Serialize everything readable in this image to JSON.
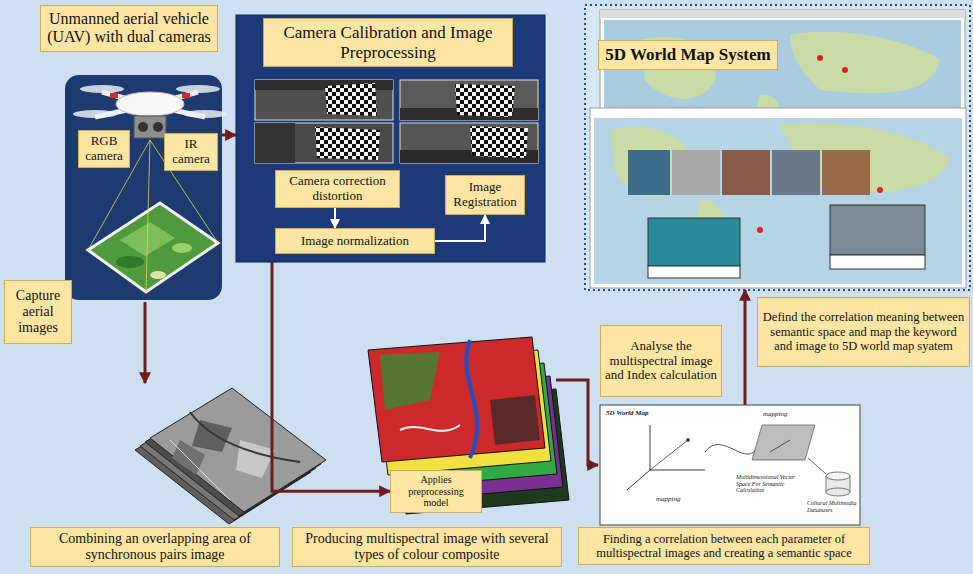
{
  "diagram": {
    "nodes": [
      {
        "text": [
          "Unmanned aerial vehicle (UAV) with dual cameras"
        ]
      },
      {
        "text": [
          "RGB camera"
        ],
        "in": 0
      },
      {
        "text": [
          "IR camera"
        ],
        "in": 0
      },
      {
        "text": [
          "Capture aerial images"
        ]
      },
      {
        "text": [
          "Camera Calibration and Image Preprocessing"
        ]
      },
      {
        "text": [
          "Camera correction distortion"
        ],
        "in": 4
      },
      {
        "text": [
          "Image normalization"
        ],
        "in": 4
      },
      {
        "text": [
          "Image Registration"
        ],
        "in": 4
      },
      {
        "text": [
          "5D World Map System"
        ]
      },
      {
        "text": [
          "Defind the correlation meaning between semantic space and map the keyword and image to 5D world map syatem"
        ]
      },
      {
        "text": [
          "Analyse the multispectral image and Index calculation"
        ]
      },
      {
        "text": [
          "5D World Map"
        ]
      },
      {
        "text": [
          "Applies preprocessing model"
        ]
      },
      {
        "text": [
          "Combining an overlapping area of synchronous pairs image"
        ]
      },
      {
        "text": [
          "Producing multispectral image with several types of colour composite"
        ]
      },
      {
        "text": [
          "Finding a correlation between each parameter of multispectral images and creating a semantic space"
        ]
      }
    ],
    "edges": [
      {
        "from": 0,
        "to": 4,
        "arrow": "to"
      },
      {
        "from": 5,
        "to": 6,
        "arrow": "to"
      },
      {
        "from": 6,
        "to": 7,
        "arrow": "to"
      },
      {
        "from": 4,
        "to": 12,
        "arrow": "to"
      },
      {
        "from": 11,
        "to": 8,
        "arrow": "to"
      }
    ],
    "labels": [
      "mapping",
      "mapping",
      "Multidimensional Vector Space For Semantic Calculation",
      "Cultural Multimedia Databases"
    ]
  }
}
